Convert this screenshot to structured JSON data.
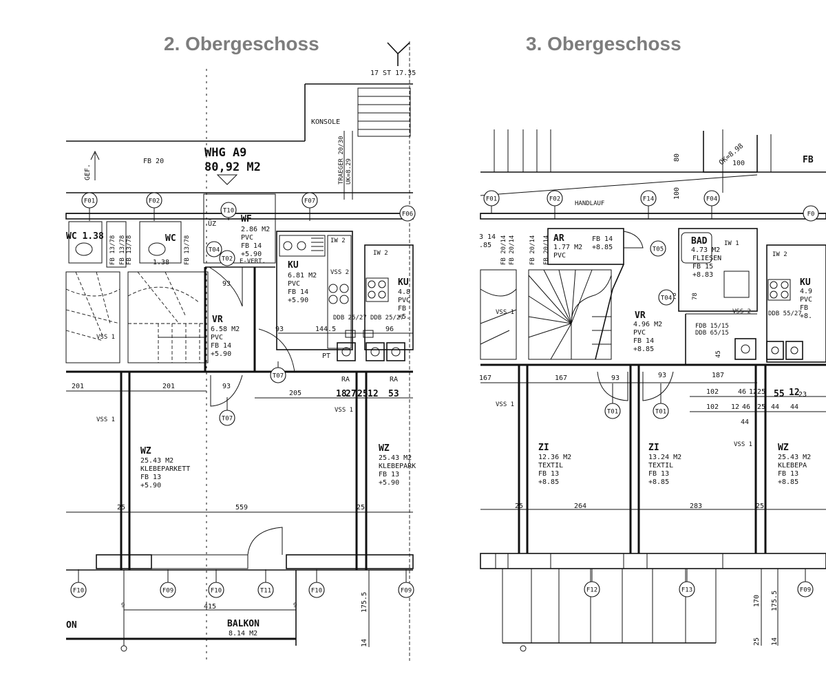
{
  "titles": {
    "left": "2. Obergeschoss",
    "right": "3. Obergeschoss"
  },
  "left": {
    "top_dims": "17 ST 17.35",
    "konsole": "KONSOLE",
    "traeger": "TRAEGER 20/30",
    "traeger2": "UK=8.29",
    "gef": "GEF.",
    "fb20": "FB 20",
    "apt": {
      "name": "WHG A9",
      "area": "80,92 M2"
    },
    "rooms": {
      "wc1": "WC 1.38",
      "wc2": {
        "name": "WC",
        "area": "1.38"
      },
      "wf": {
        "name": "WF",
        "area": "2.86 M2",
        "mat": "PVC",
        "fb": "FB 14",
        "lvl": "+5.90",
        "uz": "ÜZ",
        "evert": "E-VERT."
      },
      "ku": {
        "name": "KU",
        "area": "6.81 M2",
        "mat": "PVC",
        "fb": "FB 14",
        "lvl": "+5.90",
        "iw": "IW 2",
        "vss": "VSS 2",
        "dd": "DDB 25/27"
      },
      "ku2": {
        "name": "KU",
        "area": "4.8",
        "mat": "PVC",
        "fb": "FB",
        "lvl": "+5.",
        "iw": "IW 2",
        "dd": "DDB 25/27"
      },
      "vr": {
        "name": "VR",
        "area": "6.58 M2",
        "mat": "PVC",
        "fb": "FB 14",
        "lvl": "+5.90"
      },
      "wz": {
        "name": "WZ",
        "area": "25.43 M2",
        "mat": "KLEBEPARKETT",
        "fb": "FB 13",
        "lvl": "+5.90"
      },
      "wz2": {
        "name": "WZ",
        "area": "25.43 M2",
        "mat": "KLEBEPARK",
        "fb": "FB 13",
        "lvl": "+5.90"
      },
      "balkon": {
        "name": "BALKON",
        "area": "8.14 M2"
      },
      "on": "ON"
    },
    "labels": {
      "vss1a": "VSS 1",
      "vss1b": "VSS 1",
      "vss1c": "VSS 1",
      "pt": "PT",
      "ra1": "RA",
      "ra2": "RA",
      "fb13a": "FB 13/78",
      "fb13b": "FB 13/78",
      "fb13c": "FB 13/78",
      "fb13d": "FB 13/78"
    },
    "dims": {
      "d201a": "201",
      "d201b": "201",
      "d93a": "93",
      "d93b": "93",
      "d93c": "93",
      "d1445": "144.5",
      "d96": "96",
      "d205": "205",
      "d18": "18",
      "d27": "27",
      "d25": "25",
      "d12": "12",
      "d53": "53",
      "d25a": "25",
      "d559": "559",
      "d25b": "25",
      "d415": "415",
      "d9a": "9",
      "d9b": "9",
      "d1755": "175.5",
      "d14": "14"
    },
    "tags": [
      "F01",
      "F02",
      "F07",
      "F06",
      "T10",
      "T04",
      "T02",
      "T07",
      "T07",
      "F10",
      "F09",
      "F10",
      "T11",
      "F10",
      "F09"
    ]
  },
  "right": {
    "ok": "OK=8.98",
    "d100a": "100",
    "d80": "80",
    "d100b": "100",
    "handlauf": "HANDLAUF",
    "rooms": {
      "ar": {
        "name": "AR",
        "area": "1.77 M2",
        "mat": "PVC",
        "fb": "FB 14",
        "lvl": "+8.85"
      },
      "bad": {
        "name": "BAD",
        "area": "4.73 M2",
        "mat": "FLIESEN",
        "fb": "FB 15",
        "lvl": "+8.83",
        "iw": "IW 1",
        "vss": "VSS 2"
      },
      "ku": {
        "name": "KU",
        "area": "4.9",
        "mat": "PVC",
        "fb": "FB",
        "lvl": "+8.",
        "iw": "IW 2",
        "dd": "DDB 55/27"
      },
      "vr": {
        "name": "VR",
        "area": "4.96 M2",
        "mat": "PVC",
        "fb": "FB 14",
        "lvl": "+8.85"
      },
      "zi1": {
        "name": "ZI",
        "area": "12.36 M2",
        "mat": "TEXTIL",
        "fb": "FB 13",
        "lvl": "+8.85"
      },
      "zi2": {
        "name": "ZI",
        "area": "13.24 M2",
        "mat": "TEXTIL",
        "fb": "FB 13",
        "lvl": "+8.85"
      },
      "wz": {
        "name": "WZ",
        "area": "25.43 M2",
        "mat": "KLEBEPA",
        "fb": "FB 13",
        "lvl": "+8.85"
      },
      "left_partial": "3 14",
      "left_partial2": ".85",
      "fb": "FB"
    },
    "labels": {
      "vss1a": "VSS 1",
      "vss1b": "VSS 1",
      "vss1c": "VSS 1",
      "fdb": "FDB 15/15",
      "ddb": "DDB 65/15",
      "d78a": "78",
      "d78b": "78",
      "d45": "45",
      "fb13a": "FB 20/14",
      "fb13b": "FB 20/14",
      "fb13c": "FB 20/14",
      "fb13d": "FB 20/14"
    },
    "dims": {
      "d167a": "167",
      "d167b": "167",
      "d93a": "93",
      "d93b": "93",
      "d187": "187",
      "d102a": "102",
      "d102b": "102",
      "d46a": "46",
      "d12a": "12",
      "d25a": "25",
      "d55": "55",
      "d12b": "12",
      "d23": "23",
      "d12c": "12",
      "d46b": "46",
      "d25b": "25",
      "d44a": "44",
      "d44b": "44",
      "d44c": "44",
      "d25c": "25",
      "d264": "264",
      "d283": "283",
      "d25d": "25",
      "d170": "170",
      "d1755": "175.5",
      "d25e": "25",
      "d14": "14"
    },
    "tags": [
      "F01",
      "F02",
      "F14",
      "F04",
      "F0",
      "T05",
      "T04",
      "T01",
      "T01",
      "F12",
      "F13",
      "F09"
    ]
  }
}
